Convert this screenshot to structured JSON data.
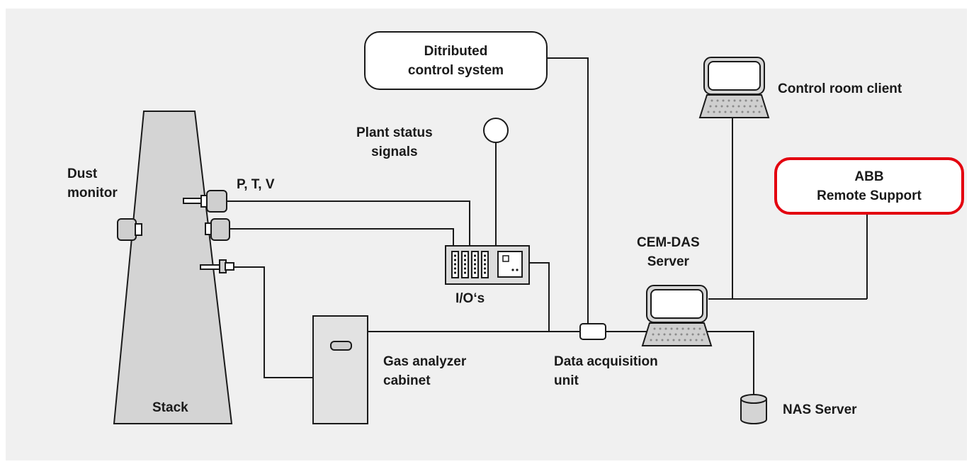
{
  "accent_color": "#e3000f",
  "labels": {
    "dcs": [
      "Ditributed",
      "control system"
    ],
    "plant_status": [
      "Plant status",
      "signals"
    ],
    "control_room": "Control room client",
    "dust_monitor": [
      "Dust",
      "monitor"
    ],
    "ptv": "P, T, V",
    "abb_remote": [
      "ABB",
      "Remote Support"
    ],
    "cem_das": [
      "CEM-DAS",
      "Server"
    ],
    "ios": "I/O‘s",
    "gas_analyzer": [
      "Gas analyzer",
      "cabinet"
    ],
    "daq": [
      "Data acquisition",
      "unit"
    ],
    "stack": "Stack",
    "nas": "NAS Server"
  }
}
